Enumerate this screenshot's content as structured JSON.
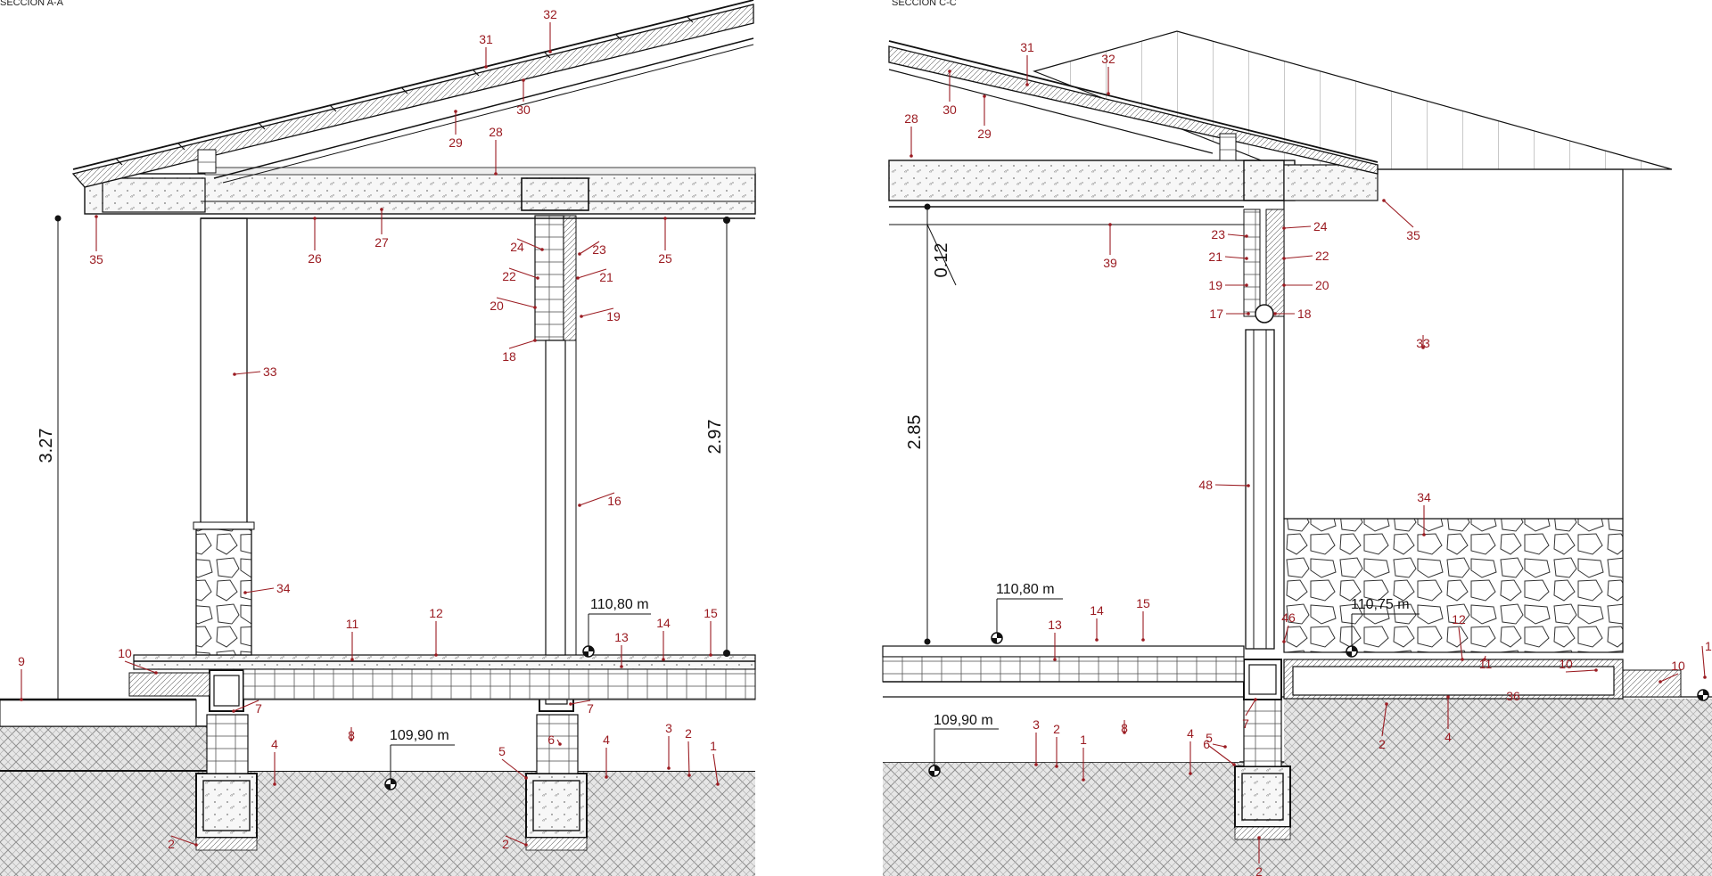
{
  "sections": [
    {
      "title": "SECCIÓN    A-A",
      "labels": [
        "1",
        "2",
        "2",
        "2",
        "3",
        "4",
        "4",
        "5",
        "6",
        "7",
        "7",
        "8",
        "9",
        "10",
        "11",
        "12",
        "13",
        "14",
        "15",
        "16",
        "18",
        "19",
        "20",
        "21",
        "22",
        "23",
        "24",
        "25",
        "26",
        "27",
        "28",
        "29",
        "30",
        "31",
        "32",
        "33",
        "34",
        "35"
      ],
      "levels": [
        "110,80 m",
        "109,90 m"
      ],
      "dimensions": [
        "3.27",
        "2.97"
      ]
    },
    {
      "title": "SECCIÓN    C-C",
      "labels": [
        "1",
        "2",
        "2",
        "2",
        "3",
        "4",
        "4",
        "5",
        "6",
        "7",
        "8",
        "10",
        "10",
        "11",
        "12",
        "13",
        "14",
        "15",
        "17",
        "18",
        "19",
        "20",
        "21",
        "22",
        "23",
        "24",
        "28",
        "29",
        "30",
        "31",
        "32",
        "33",
        "34",
        "35",
        "36",
        "39",
        "46",
        "48",
        "1"
      ],
      "levels": [
        "110,80 m",
        "110,75 m",
        "109,90 m"
      ],
      "dimensions": [
        "0.12",
        "2.85"
      ]
    }
  ],
  "colors": {
    "label": "#9b1c22",
    "line": "#111111",
    "ground_fill": "#d9d9d9"
  }
}
